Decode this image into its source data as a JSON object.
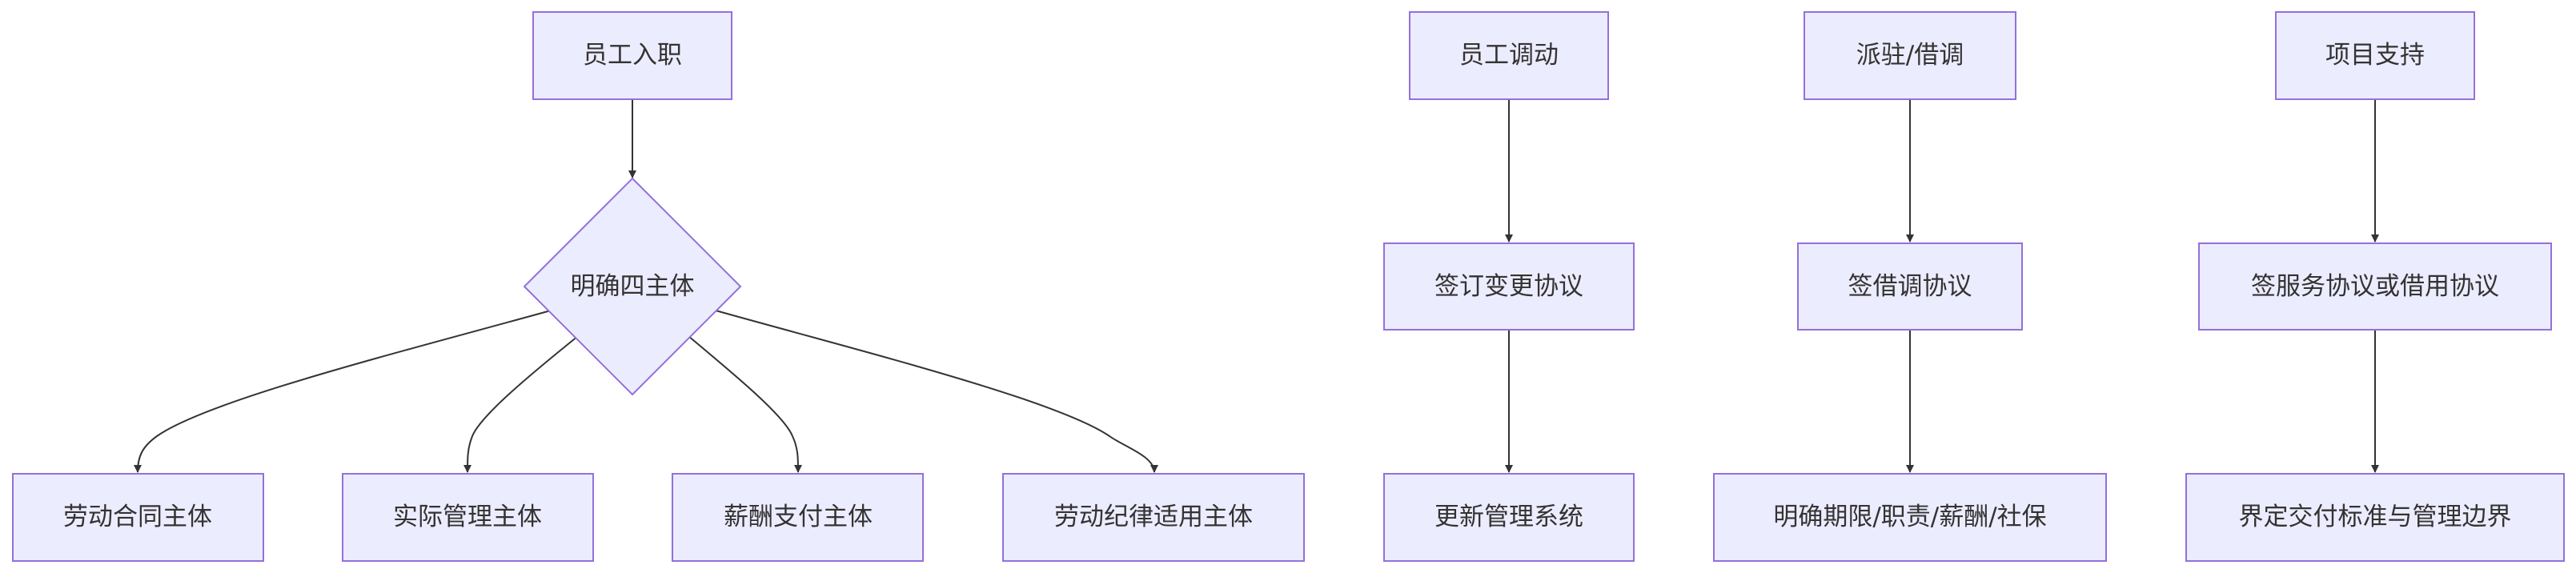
{
  "diagram": {
    "type": "flowchart",
    "colors": {
      "node_fill": "#ECECFF",
      "node_border": "#9370DB",
      "edge": "#333333",
      "text": "#333333"
    },
    "nodes": {
      "onboarding": "员工入职",
      "four_subjects": "明确四主体",
      "labor_contract_subject": "劳动合同主体",
      "actual_management_subject": "实际管理主体",
      "salary_payment_subject": "薪酬支付主体",
      "labor_discipline_subject": "劳动纪律适用主体",
      "transfer": "员工调动",
      "sign_change_agreement": "签订变更协议",
      "update_management_system": "更新管理系统",
      "secondment": "派驻/借调",
      "sign_secondment_agreement": "签借调协议",
      "clarify_term_duties": "明确期限/职责/薪酬/社保",
      "project_support": "项目支持",
      "sign_service_agreement": "签服务协议或借用协议",
      "define_delivery_boundary": "界定交付标准与管理边界"
    },
    "edges": [
      [
        "onboarding",
        "four_subjects"
      ],
      [
        "four_subjects",
        "labor_contract_subject"
      ],
      [
        "four_subjects",
        "actual_management_subject"
      ],
      [
        "four_subjects",
        "salary_payment_subject"
      ],
      [
        "four_subjects",
        "labor_discipline_subject"
      ],
      [
        "transfer",
        "sign_change_agreement"
      ],
      [
        "sign_change_agreement",
        "update_management_system"
      ],
      [
        "secondment",
        "sign_secondment_agreement"
      ],
      [
        "sign_secondment_agreement",
        "clarify_term_duties"
      ],
      [
        "project_support",
        "sign_service_agreement"
      ],
      [
        "sign_service_agreement",
        "define_delivery_boundary"
      ]
    ]
  }
}
